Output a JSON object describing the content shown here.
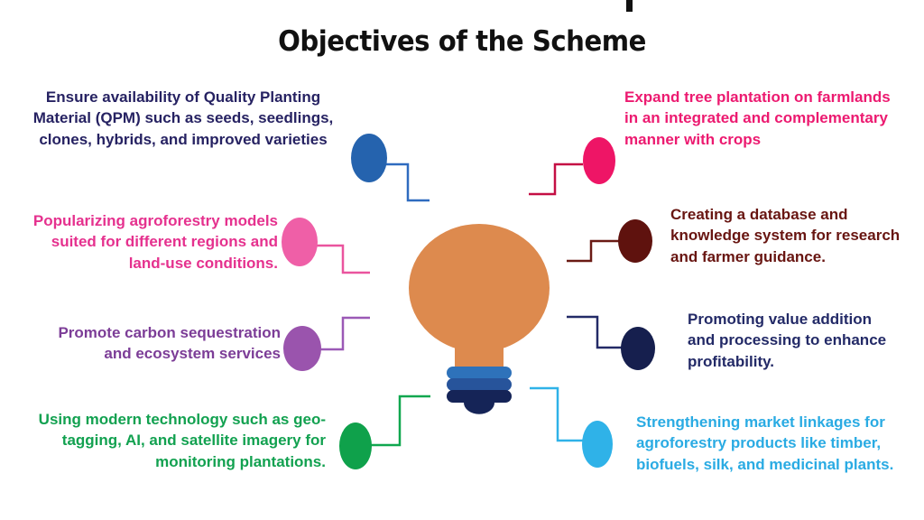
{
  "title": "Objectives of the Scheme",
  "objectives": {
    "left": [
      {
        "text": "Ensure availability of Quality Planting\nMaterial (QPM) such as seeds, seedlings,\nclones, hybrids, and improved varieties",
        "color": "#262262",
        "bullet_color": "#2563ae",
        "line_color": "#2f6bbf"
      },
      {
        "text": "Popularizing agroforestry models\nsuited for different regions and\nland-use conditions.",
        "color": "#e5318e",
        "bullet_color": "#ef5fa7",
        "line_color": "#ea549e"
      },
      {
        "text": "Promote carbon sequestration\nand ecosystem services",
        "color": "#7c3d97",
        "bullet_color": "#9a54ad",
        "line_color": "#9b59b6"
      },
      {
        "text": "Using modern technology such as geo-\ntagging, AI, and satellite imagery for\nmonitoring plantations.",
        "color": "#12a150",
        "bullet_color": "#0fa14b",
        "line_color": "#10a74f"
      }
    ],
    "right": [
      {
        "text": "Expand tree plantation on farmlands\nin an integrated and complementary\nmanner with crops",
        "color": "#ec1a70",
        "bullet_color": "#ee1566",
        "line_color": "#c40e44"
      },
      {
        "text": "Creating a database and\nknowledge system for research\nand farmer guidance.",
        "color": "#681511",
        "bullet_color": "#5f120e",
        "line_color": "#6a1a14"
      },
      {
        "text": "Promoting value addition\nand processing to enhance\nprofitability.",
        "color": "#232a67",
        "bullet_color": "#161f4e",
        "line_color": "#232a67"
      },
      {
        "text": "Strengthening market linkages for\nagroforestry products like timber,\nbiofuels, silk, and medicinal plants.",
        "color": "#2aabe3",
        "bullet_color": "#2fb2e8",
        "line_color": "#2fb2e8"
      }
    ]
  },
  "bulb": {
    "glass_color": "#dd8a4e",
    "ring1_color": "#2e72ba",
    "ring2_color": "#27549b",
    "ring3_color": "#152457"
  }
}
